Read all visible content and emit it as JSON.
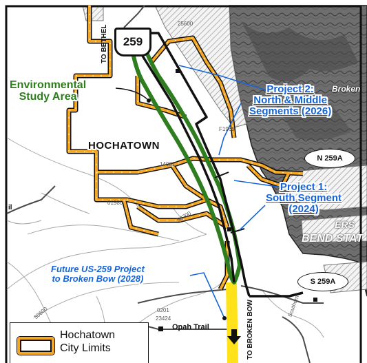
{
  "route_shield": "259",
  "to_bethel": "TO BETHEL",
  "to_broken_bow": "TO BROKEN BOW",
  "hochatown": "HOCHATOWN",
  "environmental_study_area": {
    "line1": "Environmental",
    "line2": "Study Area"
  },
  "project2": {
    "title": "Project 2:",
    "line2": "North & Middle",
    "line3": "Segments (2026)"
  },
  "project1": {
    "title": "Project 1:",
    "line2": "South Segment",
    "line3": "(2024)"
  },
  "future_project": {
    "line1": "Future US-259 Project",
    "line2": "to Broken Bow (2028)"
  },
  "n259a": "N 259A",
  "s259a": "S 259A",
  "opah_trail": "Opah Trail",
  "legend": {
    "line1": "Hochatown",
    "line2": "City Limits"
  },
  "background_labels": {
    "broken": "Broken",
    "bend_stat": "BEND STAT",
    "ers": "ERS",
    "southern": "Southern",
    "num1": "14031",
    "num2": "0201",
    "num3": "23424",
    "num4": "50700",
    "num5": "01980",
    "num6": "50600",
    "num7": "F1965",
    "num8": "25600",
    "il": "il"
  },
  "colors": {
    "city_limits": "#f5a623",
    "study_area": "#2e7d1e",
    "project_line": "#111111",
    "future_route": "#ffe21a",
    "callout": "#1565d8"
  }
}
